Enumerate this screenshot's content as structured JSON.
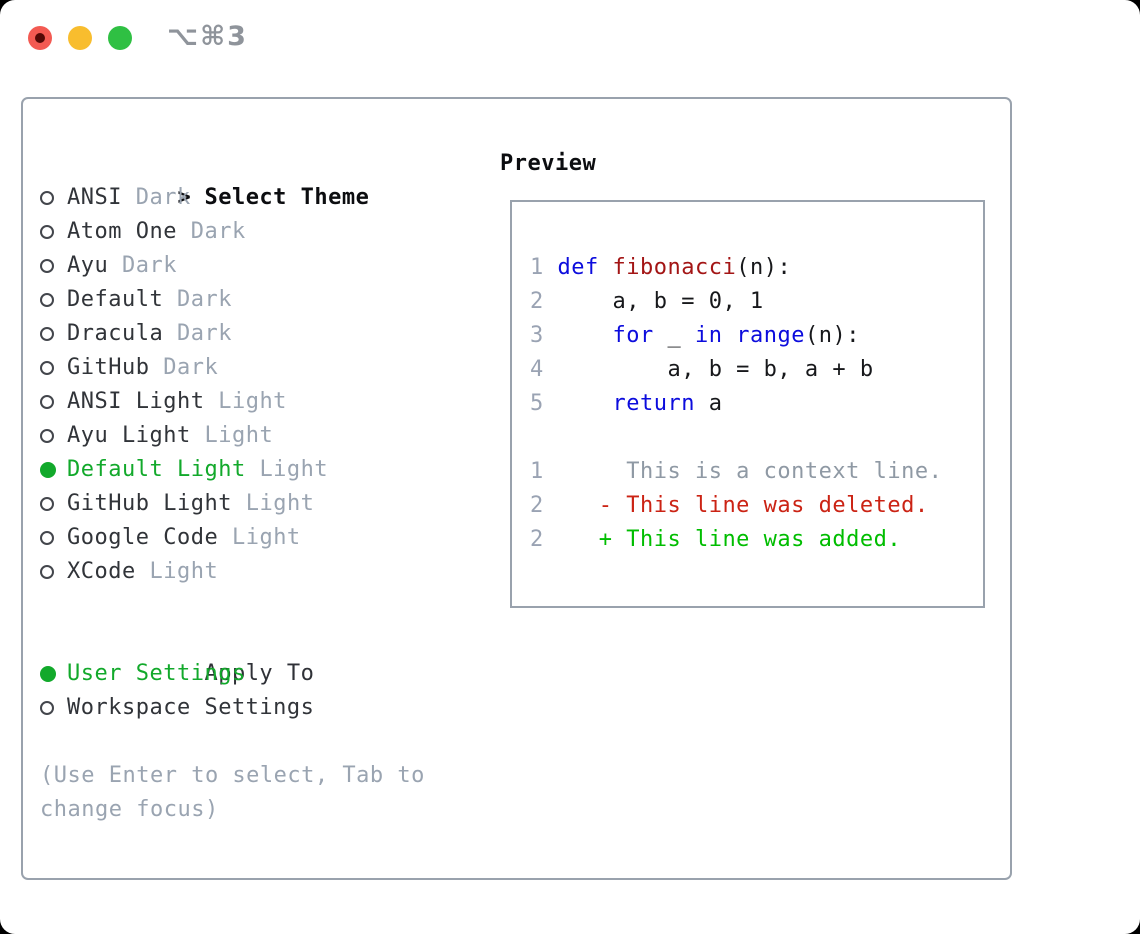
{
  "window": {
    "title": "⌥⌘3",
    "traffic_lights": [
      {
        "name": "close",
        "color": "#f35a52"
      },
      {
        "name": "minimize",
        "color": "#f8bd2e"
      },
      {
        "name": "zoom",
        "color": "#2fc043"
      }
    ]
  },
  "colors": {
    "panel_border": "#99a2ad",
    "text_primary": "#313439",
    "text_muted": "#9aa4b1",
    "selected_green": "#12a92b",
    "keyword_blue": "#0c0cdd",
    "function_red": "#a31515",
    "diff_deleted": "#cb2314",
    "diff_added": "#00bd00",
    "line_number": "#9aa3b3"
  },
  "theme_panel": {
    "header": {
      "prompt": ">",
      "label": "Select Theme"
    },
    "items": [
      {
        "name": "ANSI",
        "variant": "Dark",
        "selected": false
      },
      {
        "name": "Atom One",
        "variant": "Dark",
        "selected": false
      },
      {
        "name": "Ayu",
        "variant": "Dark",
        "selected": false
      },
      {
        "name": "Default",
        "variant": "Dark",
        "selected": false
      },
      {
        "name": "Dracula",
        "variant": "Dark",
        "selected": false
      },
      {
        "name": "GitHub",
        "variant": "Dark",
        "selected": false
      },
      {
        "name": "ANSI Light",
        "variant": "Light",
        "selected": false
      },
      {
        "name": "Ayu Light",
        "variant": "Light",
        "selected": false
      },
      {
        "name": "Default Light",
        "variant": "Light",
        "selected": true
      },
      {
        "name": "GitHub Light",
        "variant": "Light",
        "selected": false
      },
      {
        "name": "Google Code",
        "variant": "Light",
        "selected": false
      },
      {
        "name": "XCode",
        "variant": "Light",
        "selected": false
      }
    ],
    "apply_to": {
      "label": "Apply To",
      "options": [
        {
          "label": "User Settings",
          "selected": true
        },
        {
          "label": "Workspace Settings",
          "selected": false
        }
      ]
    },
    "hint": "(Use Enter to select, Tab to change focus)"
  },
  "preview": {
    "label": "Preview",
    "lines": [
      {
        "num": "1",
        "tokens": [
          [
            "def",
            "kw"
          ],
          [
            " ",
            ""
          ],
          [
            "fibonacci",
            "fn"
          ],
          [
            "(n):",
            ""
          ]
        ]
      },
      {
        "num": "2",
        "tokens": [
          [
            "    a, b = 0, 1",
            ""
          ]
        ]
      },
      {
        "num": "3",
        "tokens": [
          [
            "    ",
            ""
          ],
          [
            "for",
            "kw"
          ],
          [
            " _ ",
            ""
          ],
          [
            "in",
            "kw"
          ],
          [
            " ",
            ""
          ],
          [
            "range",
            "kw"
          ],
          [
            "(n):",
            ""
          ]
        ]
      },
      {
        "num": "4",
        "tokens": [
          [
            "        a, b = b, a + b",
            ""
          ]
        ]
      },
      {
        "num": "5",
        "tokens": [
          [
            "    ",
            ""
          ],
          [
            "return",
            "kw"
          ],
          [
            " a",
            ""
          ]
        ]
      },
      {
        "num": "",
        "tokens": []
      },
      {
        "num": "1",
        "tokens": [
          [
            "     This is a context line.",
            "ctx"
          ]
        ]
      },
      {
        "num": "2",
        "tokens": [
          [
            "   - This line was deleted.",
            "del"
          ]
        ]
      },
      {
        "num": "2",
        "tokens": [
          [
            "   + This line was added.",
            "add"
          ]
        ]
      }
    ]
  }
}
